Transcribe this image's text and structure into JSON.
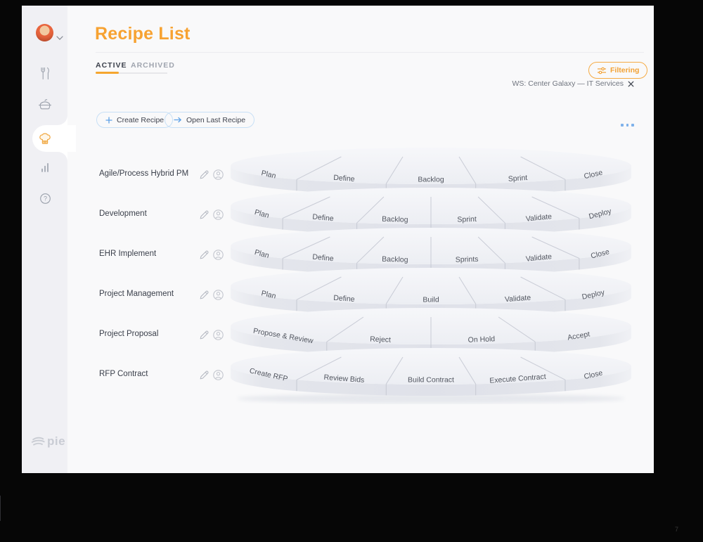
{
  "sidebar": {
    "logo_text": "pie",
    "items": [
      {
        "id": "dishes",
        "icon": "utensils-icon",
        "active": false
      },
      {
        "id": "pies",
        "icon": "pie-dish-icon",
        "active": false
      },
      {
        "id": "recipes",
        "icon": "chef-hat-icon",
        "active": true
      },
      {
        "id": "stats",
        "icon": "bar-chart-icon",
        "active": false
      },
      {
        "id": "help",
        "icon": "help-icon",
        "active": false
      }
    ]
  },
  "header": {
    "title": "Recipe List",
    "tabs": [
      {
        "label": "ACTIVE",
        "active": true
      },
      {
        "label": "ARCHIVED",
        "active": false
      }
    ],
    "filtering_label": "Filtering",
    "filter_chip": "WS: Center Galaxy — IT Services"
  },
  "toolbar": {
    "create_label": "Create Recipe",
    "open_last_label": "Open Last Recipe"
  },
  "recipes": [
    {
      "name": "Agile/Process Hybrid PM",
      "stages": [
        "Plan",
        "Define",
        "Backlog",
        "Sprint",
        "Close"
      ]
    },
    {
      "name": "Development",
      "stages": [
        "Plan",
        "Define",
        "Backlog",
        "Sprint",
        "Validate",
        "Deploy"
      ]
    },
    {
      "name": "EHR Implement",
      "stages": [
        "Plan",
        "Define",
        "Backlog",
        "Sprints",
        "Validate",
        "Close"
      ]
    },
    {
      "name": "Project Management",
      "stages": [
        "Plan",
        "Define",
        "Build",
        "Validate",
        "Deploy"
      ]
    },
    {
      "name": "Project Proposal",
      "stages": [
        "Propose & Review",
        "Reject",
        "On Hold",
        "Accept"
      ]
    },
    {
      "name": "RFP Contract",
      "stages": [
        "Create RFP",
        "Review Bids",
        "Build Contract",
        "Execute Contract",
        "Close"
      ]
    }
  ],
  "colors": {
    "accent_orange": "#F2A134",
    "accent_blue": "#6FA8E6",
    "disc_top": "#F1F2F6",
    "disc_rim": "#E1E3EA",
    "disc_line": "#C9CCD6",
    "text_dark": "#3C414C",
    "text_gray": "#9BA0AB"
  },
  "misc": {
    "corner_mark": "7"
  }
}
